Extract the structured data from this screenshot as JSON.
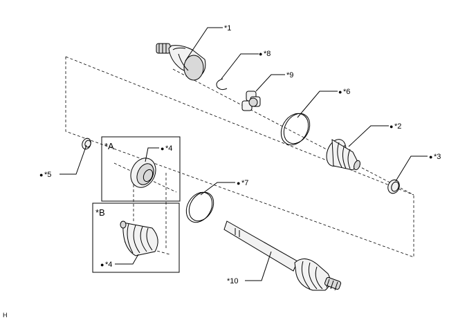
{
  "callouts": {
    "c1": "*1",
    "c2": "*2",
    "c3": "*3",
    "c4a": "*4",
    "c4b": "*4",
    "c5": "*5",
    "c6": "*6",
    "c7": "*7",
    "c8": "*8",
    "c9": "*9",
    "c10": "*10",
    "ca": "*A",
    "cb": "*B"
  },
  "bullet": "●",
  "corner_mark": "H"
}
